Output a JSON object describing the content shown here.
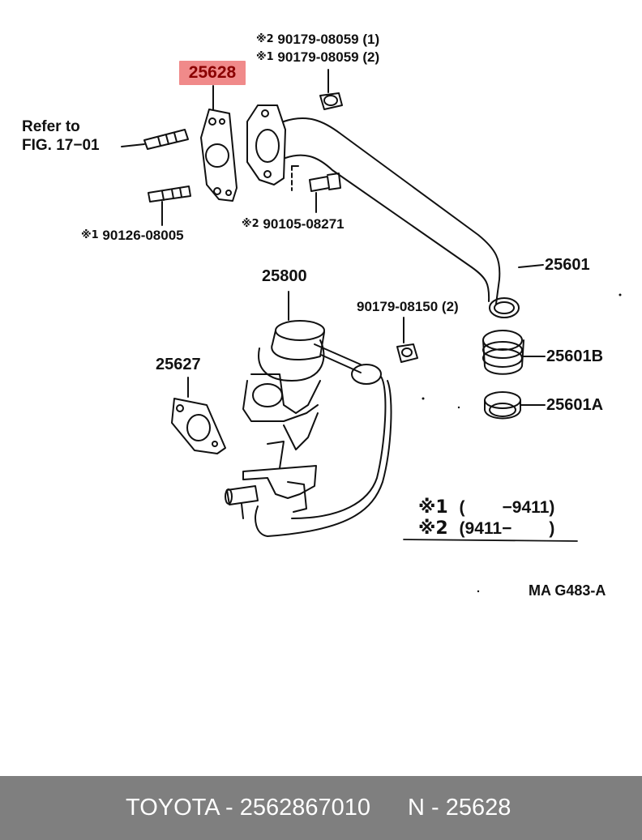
{
  "parts": {
    "highlighted": "25628",
    "nut_top_1": {
      "mark": "※2",
      "text": "90179-08059 (1)"
    },
    "nut_top_2": {
      "mark": "※1",
      "text": "90179-08059 (2)"
    },
    "refer": [
      "Refer to",
      "FIG. 17−01"
    ],
    "stud": {
      "mark": "※1",
      "text": "90126-08005"
    },
    "bolt": {
      "mark": "※2",
      "text": "90105-08271"
    },
    "pipe": "25601",
    "valve": "25800",
    "nut_mid": "90179-08150 (2)",
    "gasket": "25627",
    "grommet_b": "25601B",
    "grommet_a": "25601A"
  },
  "legend": {
    "row1": {
      "mark": "※1",
      "open": "(",
      "range": "−9411)"
    },
    "row2": {
      "mark": "※2",
      "open": "(9411−",
      "close": ")"
    }
  },
  "diagram_code": "MA G483-A",
  "footer": {
    "brand_part": "TOYOTA - 2562867010",
    "n_part": "N - 25628"
  }
}
